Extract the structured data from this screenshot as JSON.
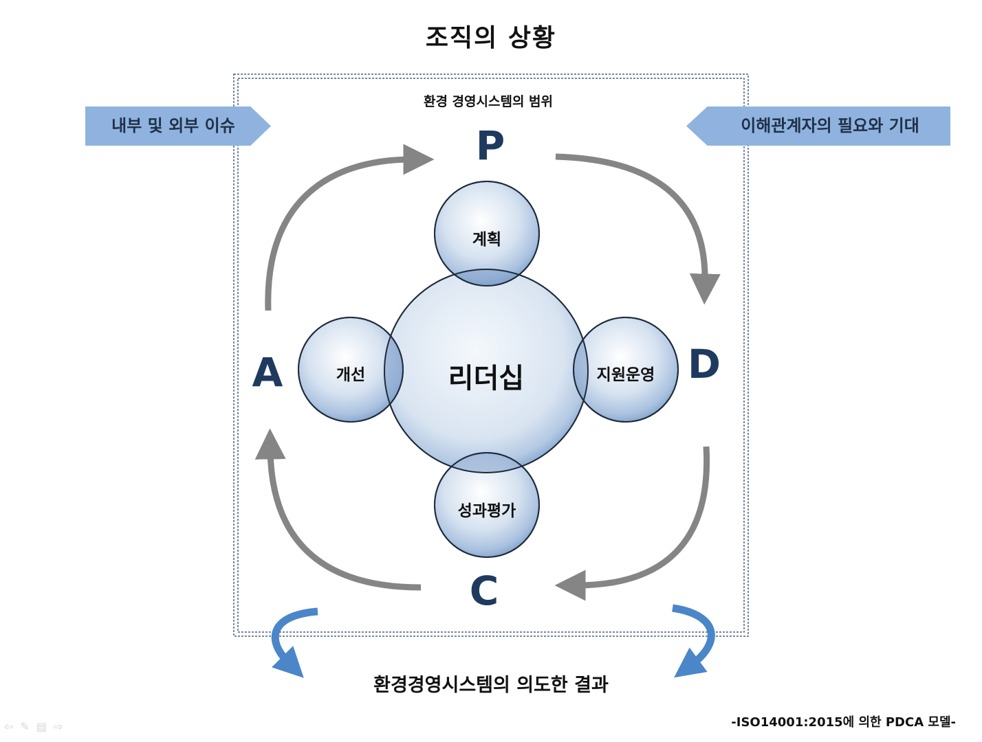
{
  "title": "조직의 상황",
  "scope_label": "환경 경영시스템의 범위",
  "banners": {
    "left": "내부 및 외부 이슈",
    "right": "이해관계자의 필요와 기대"
  },
  "pdca": {
    "p": "P",
    "d": "D",
    "c": "C",
    "a": "A"
  },
  "circles": {
    "center": "리더십",
    "top": "계획",
    "right": "지원운영",
    "bottom": "성과평가",
    "left": "개선"
  },
  "result_label": "환경경영시스템의 의도한 결과",
  "caption": "-ISO14001:2015에  의한 PDCA 모델-",
  "nav_icons": [
    "back-icon",
    "pen-icon",
    "menu-icon",
    "forward-icon"
  ],
  "colors": {
    "banner": "#8fb3de",
    "pdca_letter": "#1f3a5f",
    "cycle_arrow": "#858585",
    "output_arrow": "#4a86c8",
    "frame": "#4a5f82"
  }
}
